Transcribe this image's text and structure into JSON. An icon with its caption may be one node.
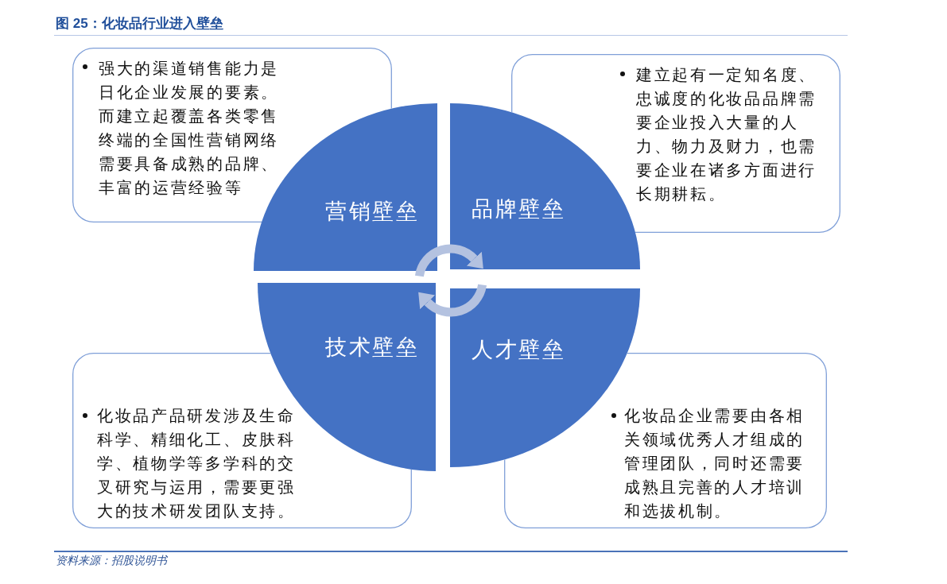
{
  "diagram": {
    "title": "图 25：化妆品行业进入壁垒",
    "nodes": [
      {
        "text": [
          "强大的渠道销售能力是日化企业发展的要素。而建立起覆盖各类零售终端的全国性营销网络需要具备成熟的品牌、丰富的运营经验等"
        ]
      },
      {
        "text": [
          "建立起有一定知名度、忠诚度的化妆品品牌需要企业投入大量的人力、物力及财力，也需要企业在诸多方面进行长期耕耘。"
        ]
      },
      {
        "text": [
          "营销壁垒"
        ]
      },
      {
        "text": [
          "品牌壁垒"
        ]
      },
      {
        "text": [
          "技术壁垒"
        ]
      },
      {
        "text": [
          "人才壁垒"
        ]
      },
      {
        "text": [
          "化妆品产品研发涉及生命科学、精细化工、皮肤科学、植物学等多学科的交叉研究与运用，需要更强大的技术研发团队支持。"
        ]
      },
      {
        "text": [
          "化妆品企业需要由各相关领域优秀人才组成的管理团队，同时还需要成熟且完善的人才培训和选拔机制。"
        ]
      }
    ],
    "edges": [
      {
        "from": 2,
        "to": 3,
        "arrow": "to"
      },
      {
        "from": 5,
        "to": 4,
        "arrow": "to"
      }
    ],
    "labels": [
      "资料来源：招股说明书"
    ]
  }
}
